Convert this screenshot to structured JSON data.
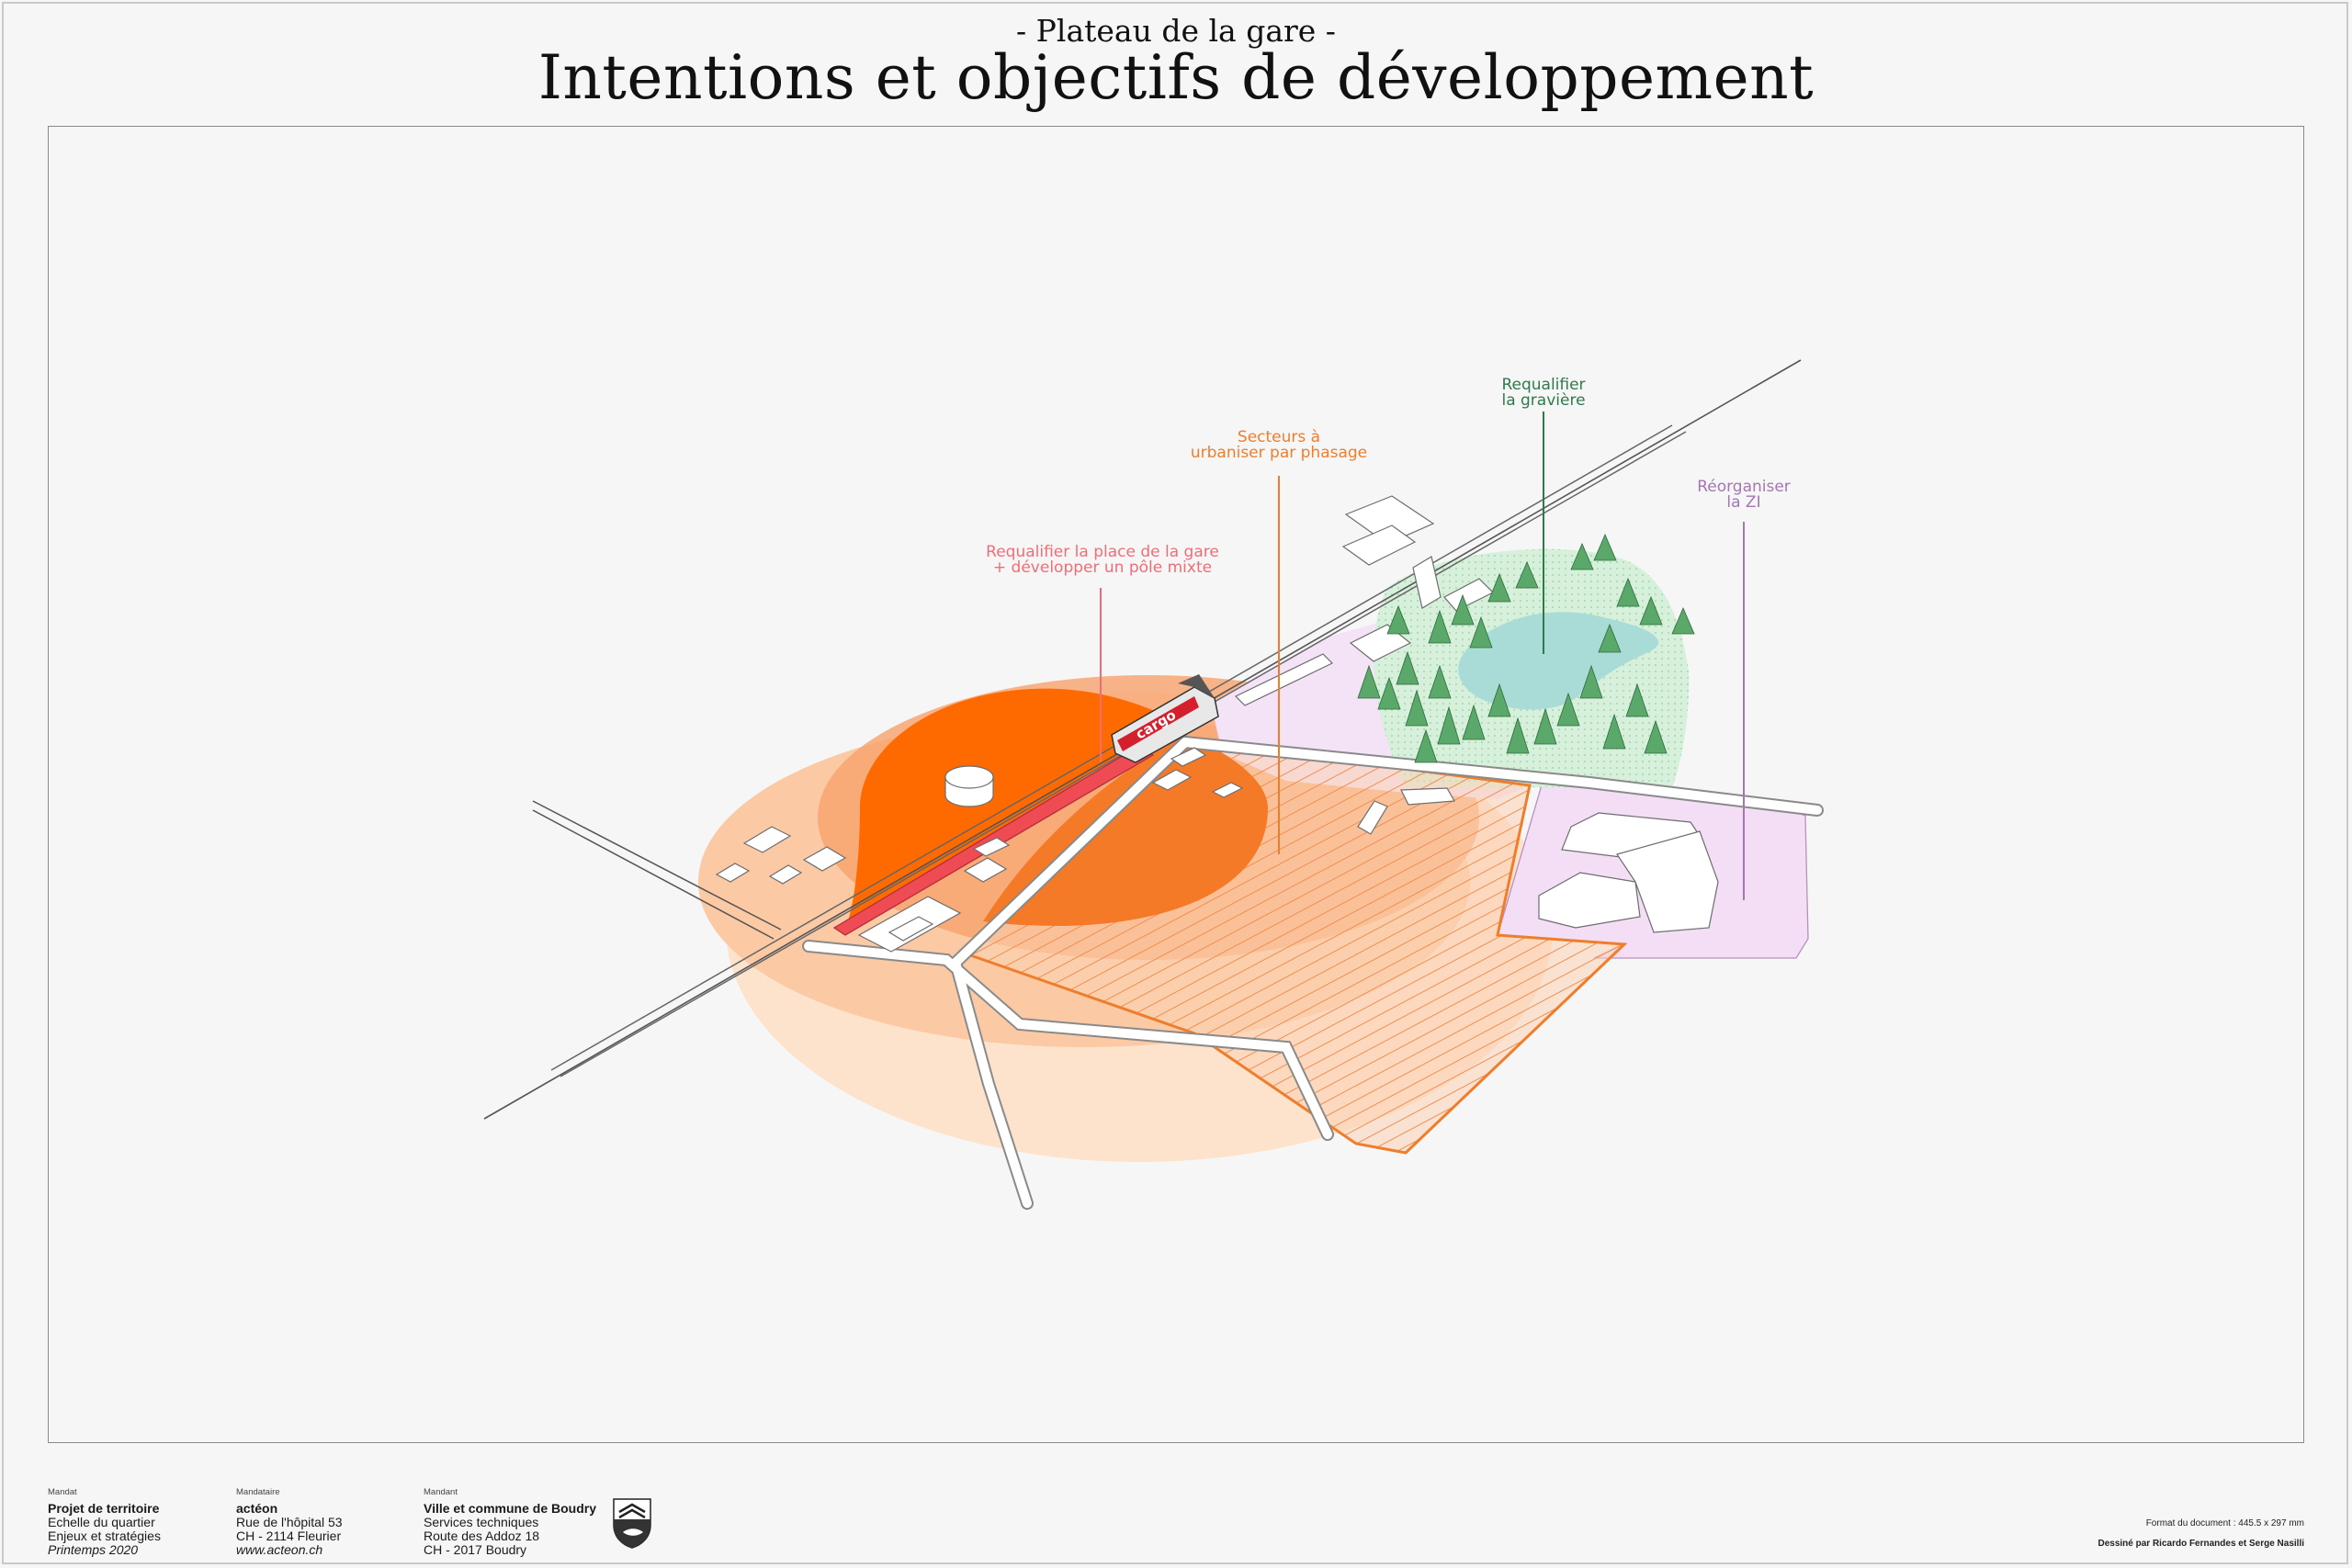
{
  "header": {
    "subtitle": "- Plateau de la gare -",
    "title": "Intentions et objectifs de développement"
  },
  "map": {
    "train_logo": "cargo",
    "labels": {
      "gare": {
        "line1": "Requalifier la place de la gare",
        "line2": "+ développer un pôle mixte"
      },
      "secteurs": {
        "line1": "Secteurs à",
        "line2": "urbaniser par phasage"
      },
      "graviere": {
        "line1": "Requalifier",
        "line2": "la gravière"
      },
      "zi": {
        "line1": "Réorganiser",
        "line2": "la ZI"
      }
    },
    "colors": {
      "gare": "#ef6e76",
      "secteurs": "#ee7e2c",
      "graviere": "#2f7a4a",
      "zi": "#a576b0",
      "pole_disc": "#ff6a00"
    }
  },
  "footer": {
    "mandat": {
      "heading": "Mandat",
      "line1": "Projet de territoire",
      "line2": "Echelle du quartier",
      "line3": "Enjeux et stratégies",
      "line4": "Printemps 2020"
    },
    "mandataire": {
      "heading": "Mandataire",
      "line1": "actéon",
      "line2": "Rue de l'hôpital 53",
      "line3": "CH - 2114 Fleurier",
      "line4": "www.acteon.ch"
    },
    "mandant": {
      "heading": "Mandant",
      "line1": "Ville et commune de Boudry",
      "line2": "Services techniques",
      "line3": "Route des Addoz 18",
      "line4": "CH - 2017 Boudry"
    },
    "format": "Format du document : 445.5 x 297 mm",
    "drawn_by": "Dessiné par Ricardo Fernandes et Serge Nasilli"
  }
}
